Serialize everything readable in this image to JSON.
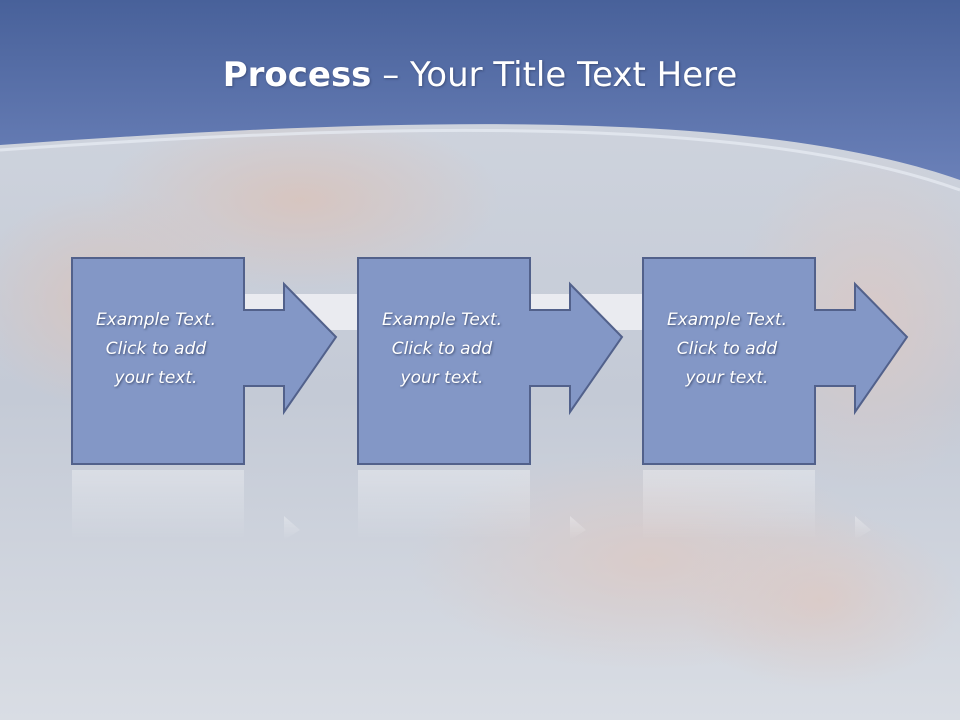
{
  "slide": {
    "title_bold": "Process",
    "title_rest": " – Your Title Text Here"
  },
  "steps": [
    {
      "line1": "Example Text.",
      "line2": "Click  to add",
      "line3": "your text."
    },
    {
      "line1": "Example Text.",
      "line2": "Click  to add",
      "line3": "your text."
    },
    {
      "line1": "Example Text.",
      "line2": "Click  to add",
      "line3": "your text."
    }
  ],
  "colors": {
    "header_blue": "#5a72a8",
    "shape_fill": "#8397c6",
    "shape_stroke": "#52618b",
    "text": "#ffffff"
  }
}
